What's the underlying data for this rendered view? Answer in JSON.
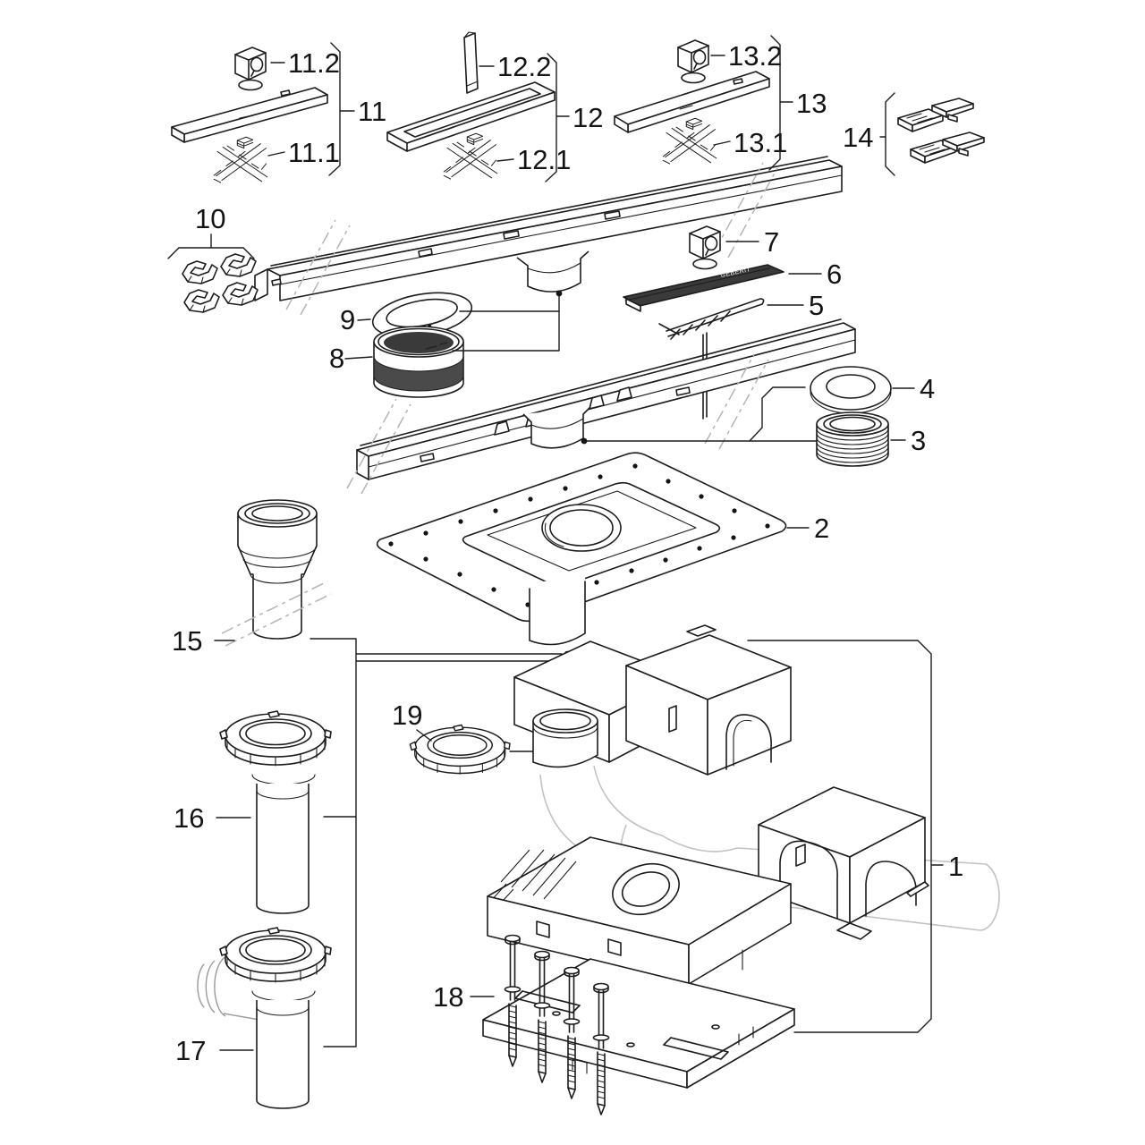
{
  "figure": {
    "kind": "exploded-parts-diagram",
    "subject": "shower channel floor drain - spare parts overview",
    "background_color": "#ffffff",
    "line_color": "#1c1c1c",
    "accent_dark": "#3a3a3a",
    "band_gray": "#4a4a4a",
    "ghost_color": "#c2c2c2",
    "brand_mark": "GEBERIT"
  },
  "callouts": [
    {
      "label": "1",
      "part": "drain-trap-with-insulation-set"
    },
    {
      "label": "2",
      "part": "sealing-membrane-flange"
    },
    {
      "label": "3",
      "part": "threaded-ring"
    },
    {
      "label": "4",
      "part": "seal-washer"
    },
    {
      "label": "5",
      "part": "cleaning-comb-key"
    },
    {
      "label": "6",
      "part": "comb-cover-strip"
    },
    {
      "label": "7",
      "part": "fastening-clamp-block"
    },
    {
      "label": "8",
      "part": "odour-trap-insert"
    },
    {
      "label": "9",
      "part": "funnel-collar-ring"
    },
    {
      "label": "10",
      "part": "fixing-clip-set"
    },
    {
      "label": "11",
      "part": "channel-cover-set-solid"
    },
    {
      "label": "11.1",
      "part": "height-adjustment-foot"
    },
    {
      "label": "11.2",
      "part": "fastening-clamp-block"
    },
    {
      "label": "12",
      "part": "channel-cover-frame"
    },
    {
      "label": "12.1",
      "part": "height-adjustment-foot"
    },
    {
      "label": "12.2",
      "part": "insert-strip"
    },
    {
      "label": "13",
      "part": "channel-cover-set-logo"
    },
    {
      "label": "13.1",
      "part": "height-adjustment-foot"
    },
    {
      "label": "13.2",
      "part": "fastening-clamp-block"
    },
    {
      "label": "14",
      "part": "adapter-clip-set"
    },
    {
      "label": "15",
      "part": "extension-pipe-with-socket"
    },
    {
      "label": "16",
      "part": "straight-outlet-pipe-with-lock-ring"
    },
    {
      "label": "17",
      "part": "elbow-outlet-pipe-with-lock-ring"
    },
    {
      "label": "18",
      "part": "mounting-base-plate-with-screws"
    },
    {
      "label": "19",
      "part": "lock-ring"
    }
  ]
}
